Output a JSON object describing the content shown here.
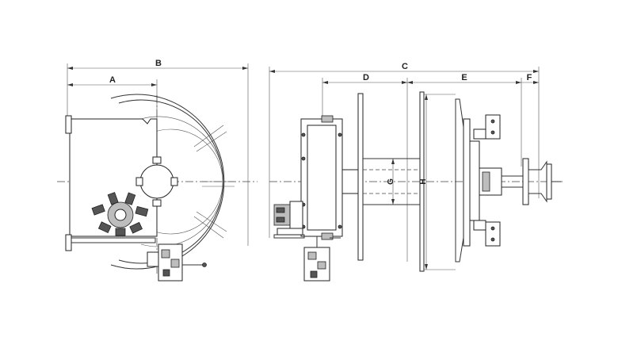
{
  "dimensions": {
    "A": "A",
    "B": "B",
    "C": "C",
    "D": "D",
    "E": "E",
    "F": "F",
    "G": "G",
    "H": "H"
  },
  "colors": {
    "line": "#333333",
    "background": "#ffffff"
  }
}
